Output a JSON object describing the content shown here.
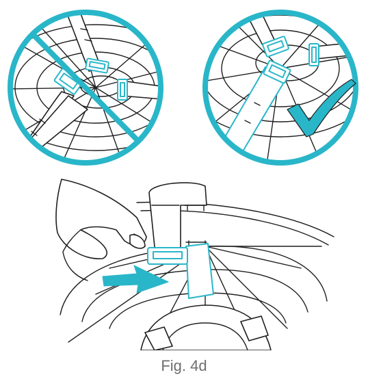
{
  "figure": {
    "caption": "Fig. 4d"
  },
  "colors": {
    "accent": "#29b6c9",
    "line": "#1f1f1f",
    "caption_text": "#6e6e6e"
  },
  "panels": [
    {
      "id": "incorrect",
      "marker": "prohibited-slash"
    },
    {
      "id": "correct",
      "marker": "checkmark"
    }
  ],
  "icons": [
    "no-entry-icon",
    "checkmark-icon",
    "arrow-right-icon"
  ]
}
